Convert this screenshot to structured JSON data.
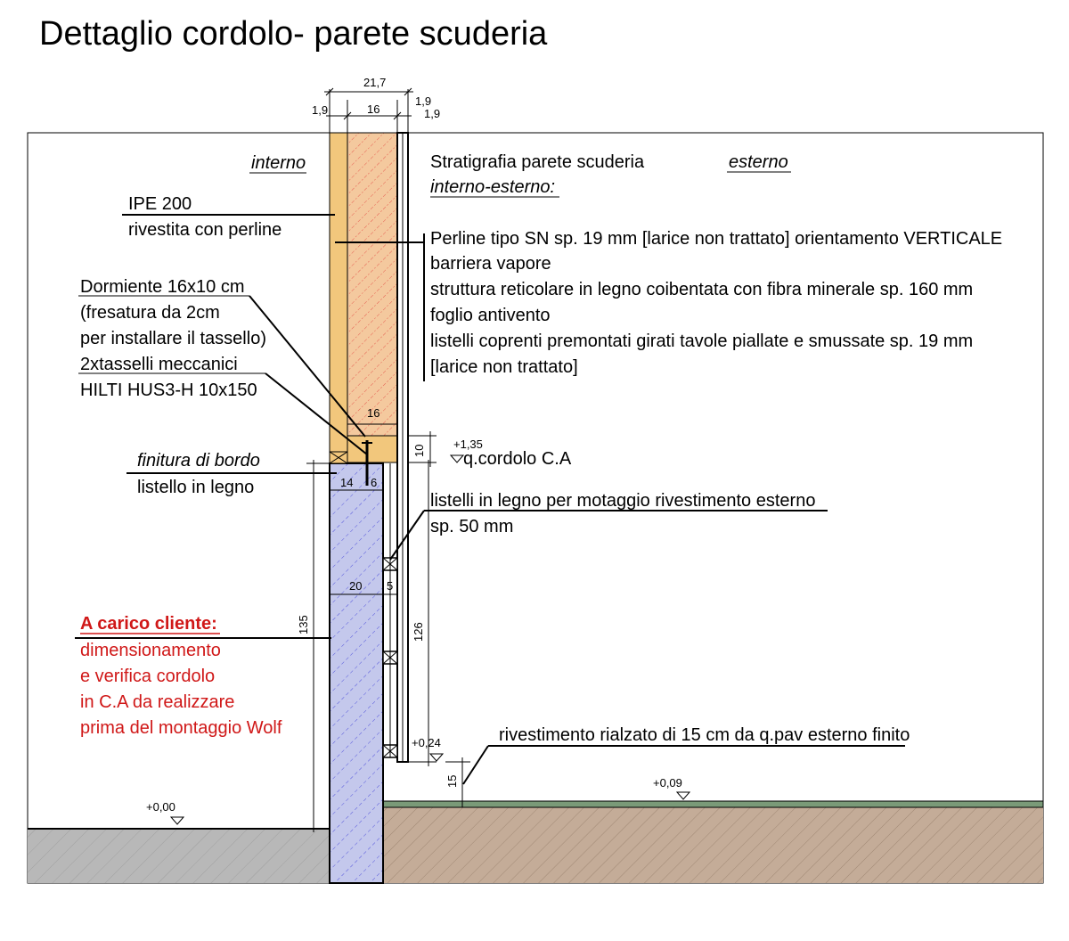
{
  "title": "Dettaglio cordolo- parete scuderia",
  "dimensions": {
    "total_width": "21,7",
    "left_board": "1,9",
    "core": "16",
    "right_board_a": "1,9",
    "right_board_b": "1,9",
    "sill_width": "16",
    "sill_height": "10",
    "kerb_14": "14",
    "kerb_6": "6",
    "kerb_20": "20",
    "kerb_5": "5",
    "kerb_height": "135",
    "cladding_height": "126",
    "raise": "15"
  },
  "levels": {
    "kerb_top": "+1,35",
    "kerb_label": "q.cordolo C.A",
    "cladding_bottom": "+0,24",
    "outside_floor": "+0,09",
    "inside_floor": "+0,00"
  },
  "labels": {
    "interno": "interno",
    "esterno": "esterno",
    "ipe_1": "IPE 200",
    "ipe_2": "rivestita con perline",
    "dormiente_1": "Dormiente 16x10 cm",
    "dormiente_2": "(fresatura da 2cm",
    "dormiente_3": "per installare il tassello)",
    "dormiente_4": "2xtasselli meccanici",
    "dormiente_5": "HILTI HUS3-H 10x150",
    "finitura_1": "finitura di bordo",
    "finitura_2": "listello in legno",
    "client_1": "A carico cliente:",
    "client_2": "dimensionamento",
    "client_3": "e verifica cordolo",
    "client_4": "in C.A da realizzare",
    "client_5": "prima del montaggio Wolf",
    "strat_title": "Stratigrafia parete scuderia",
    "strat_sub": "interno-esterno:",
    "strat_1": "Perline tipo SN sp. 19 mm [larice non trattato] orientamento VERTICALE",
    "strat_2": "barriera vapore",
    "strat_3": "struttura reticolare in legno coibentata con fibra minerale sp. 160 mm",
    "strat_4": "foglio antivento",
    "strat_5": "listelli coprenti premontati girati tavole piallate e smussate sp. 19 mm",
    "strat_6": "[larice non trattato]",
    "battens_1": "listelli in legno per motaggio rivestimento esterno",
    "battens_2": "sp. 50 mm",
    "raised": "rivestimento rialzato di 15 cm da q.pav esterno finito"
  },
  "colors": {
    "wood": "#f2c77c",
    "insulation": "#f4c99e",
    "insulation_line": "#e03030",
    "concrete": "#c4c8ec",
    "concrete_hatch": "#3a3ad8",
    "ground_inside": "#b8b8b8",
    "ground_outside": "#c4ac98",
    "floor_green": "#7a9a78",
    "client_red": "#d01818"
  }
}
